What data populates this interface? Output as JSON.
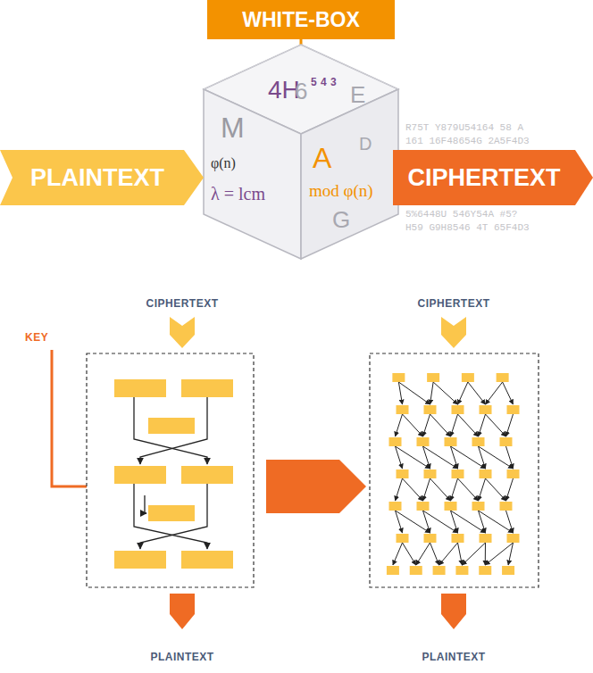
{
  "diagram": {
    "nodes": [
      {
        "text": [
          "WHITE-BOX"
        ]
      },
      {
        "text": [
          "PLAINTEXT"
        ]
      },
      {
        "text": [
          "CIPHERTEXT"
        ]
      }
    ],
    "labels": [
      "4H",
      "5 4 3",
      "6",
      "M",
      "E",
      "φ(n)",
      "A",
      "D",
      "λ = lcm",
      "mod φ(n)",
      "G",
      "R75T Y879U54164 58 A",
      "161 16F48654G 2A5F4D3",
      "5%6448U 546Y54A #5?",
      "H59 G9H8546 4T 65F4D3",
      "CIPHERTEXT",
      "KEY",
      "PLAINTEXT",
      "CIPHERTEXT",
      "PLAINTEXT"
    ]
  }
}
